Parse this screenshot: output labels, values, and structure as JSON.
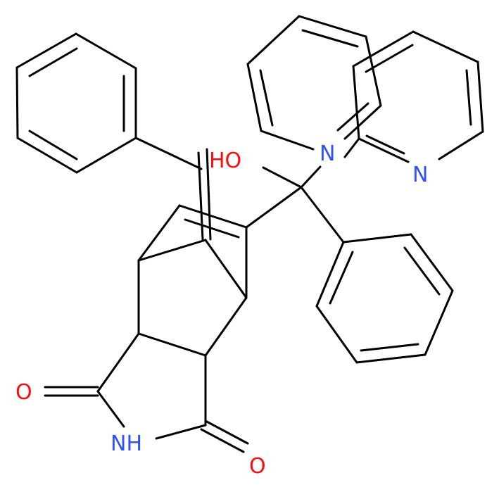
{
  "molecule": {
    "atom_labels": [
      {
        "id": "label-ho",
        "text": "HO",
        "color": "#ff0d0d"
      },
      {
        "id": "label-n1",
        "text": "N",
        "color": "#3050f8"
      },
      {
        "id": "label-n2",
        "text": "N",
        "color": "#3050f8"
      },
      {
        "id": "label-o1",
        "text": "O",
        "color": "#ff0d0d"
      },
      {
        "id": "label-nh",
        "text": "NH",
        "color": "#3050f8"
      },
      {
        "id": "label-o2",
        "text": "O",
        "color": "#ff0d0d"
      }
    ],
    "bond_color": "#000000",
    "background": "#ffffff"
  }
}
